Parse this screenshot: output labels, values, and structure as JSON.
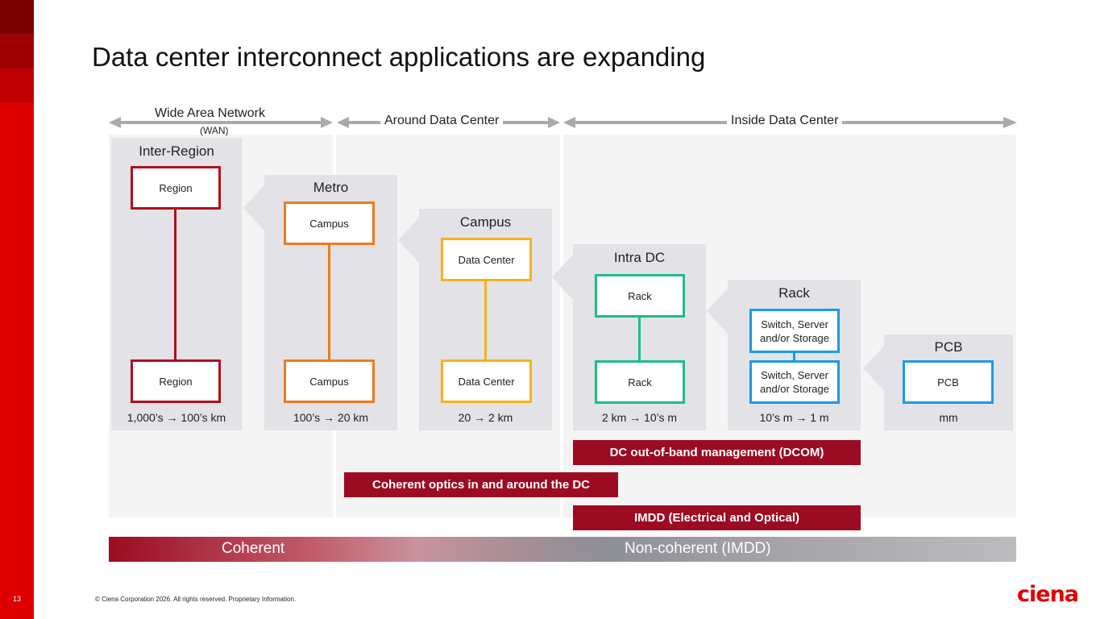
{
  "slide": {
    "page_number": "13",
    "title": "Data center interconnect applications are expanding",
    "footer": "© Ciena Corporation 2026. All rights reserved. Proprietary Information.",
    "logo": "ciena"
  },
  "sections": {
    "wan": {
      "label": "Wide Area Network",
      "sub": "(WAN)"
    },
    "around": {
      "label": "Around Data Center"
    },
    "inside": {
      "label": "Inside Data Center"
    }
  },
  "groups": [
    {
      "title": "Inter-Region",
      "node_top": "Region",
      "node_bottom": "Region",
      "distance": "1,000’s → 100’s  km",
      "color": "#b0101e"
    },
    {
      "title": "Metro",
      "node_top": "Campus",
      "node_bottom": "Campus",
      "distance": "100’s → 20  km",
      "color": "#f07a1a"
    },
    {
      "title": "Campus",
      "node_top": "Data Center",
      "node_bottom": "Data Center",
      "distance": "20 → 2  km",
      "color": "#f5b21b"
    },
    {
      "title": "Intra DC",
      "node_top": "Rack",
      "node_bottom": "Rack",
      "distance": "2 km → 10’s m",
      "color": "#1ebc8c"
    },
    {
      "title": "Rack",
      "node_top": "Switch, Server and/or Storage",
      "node_bottom": "Switch, Server and/or Storage",
      "distance": "10’s m → 1 m",
      "color": "#1a9be8"
    },
    {
      "title": "PCB",
      "node_top": "PCB",
      "distance": "mm",
      "color": "#1a9be8"
    }
  ],
  "bands": {
    "dcom": "DC out-of-band management (DCOM)",
    "coherent_optics": "Coherent optics in and around the DC",
    "imdd": "IMDD (Electrical and Optical)"
  },
  "spectrum": {
    "left": "Coherent",
    "right": "Non-coherent  (IMDD)"
  }
}
